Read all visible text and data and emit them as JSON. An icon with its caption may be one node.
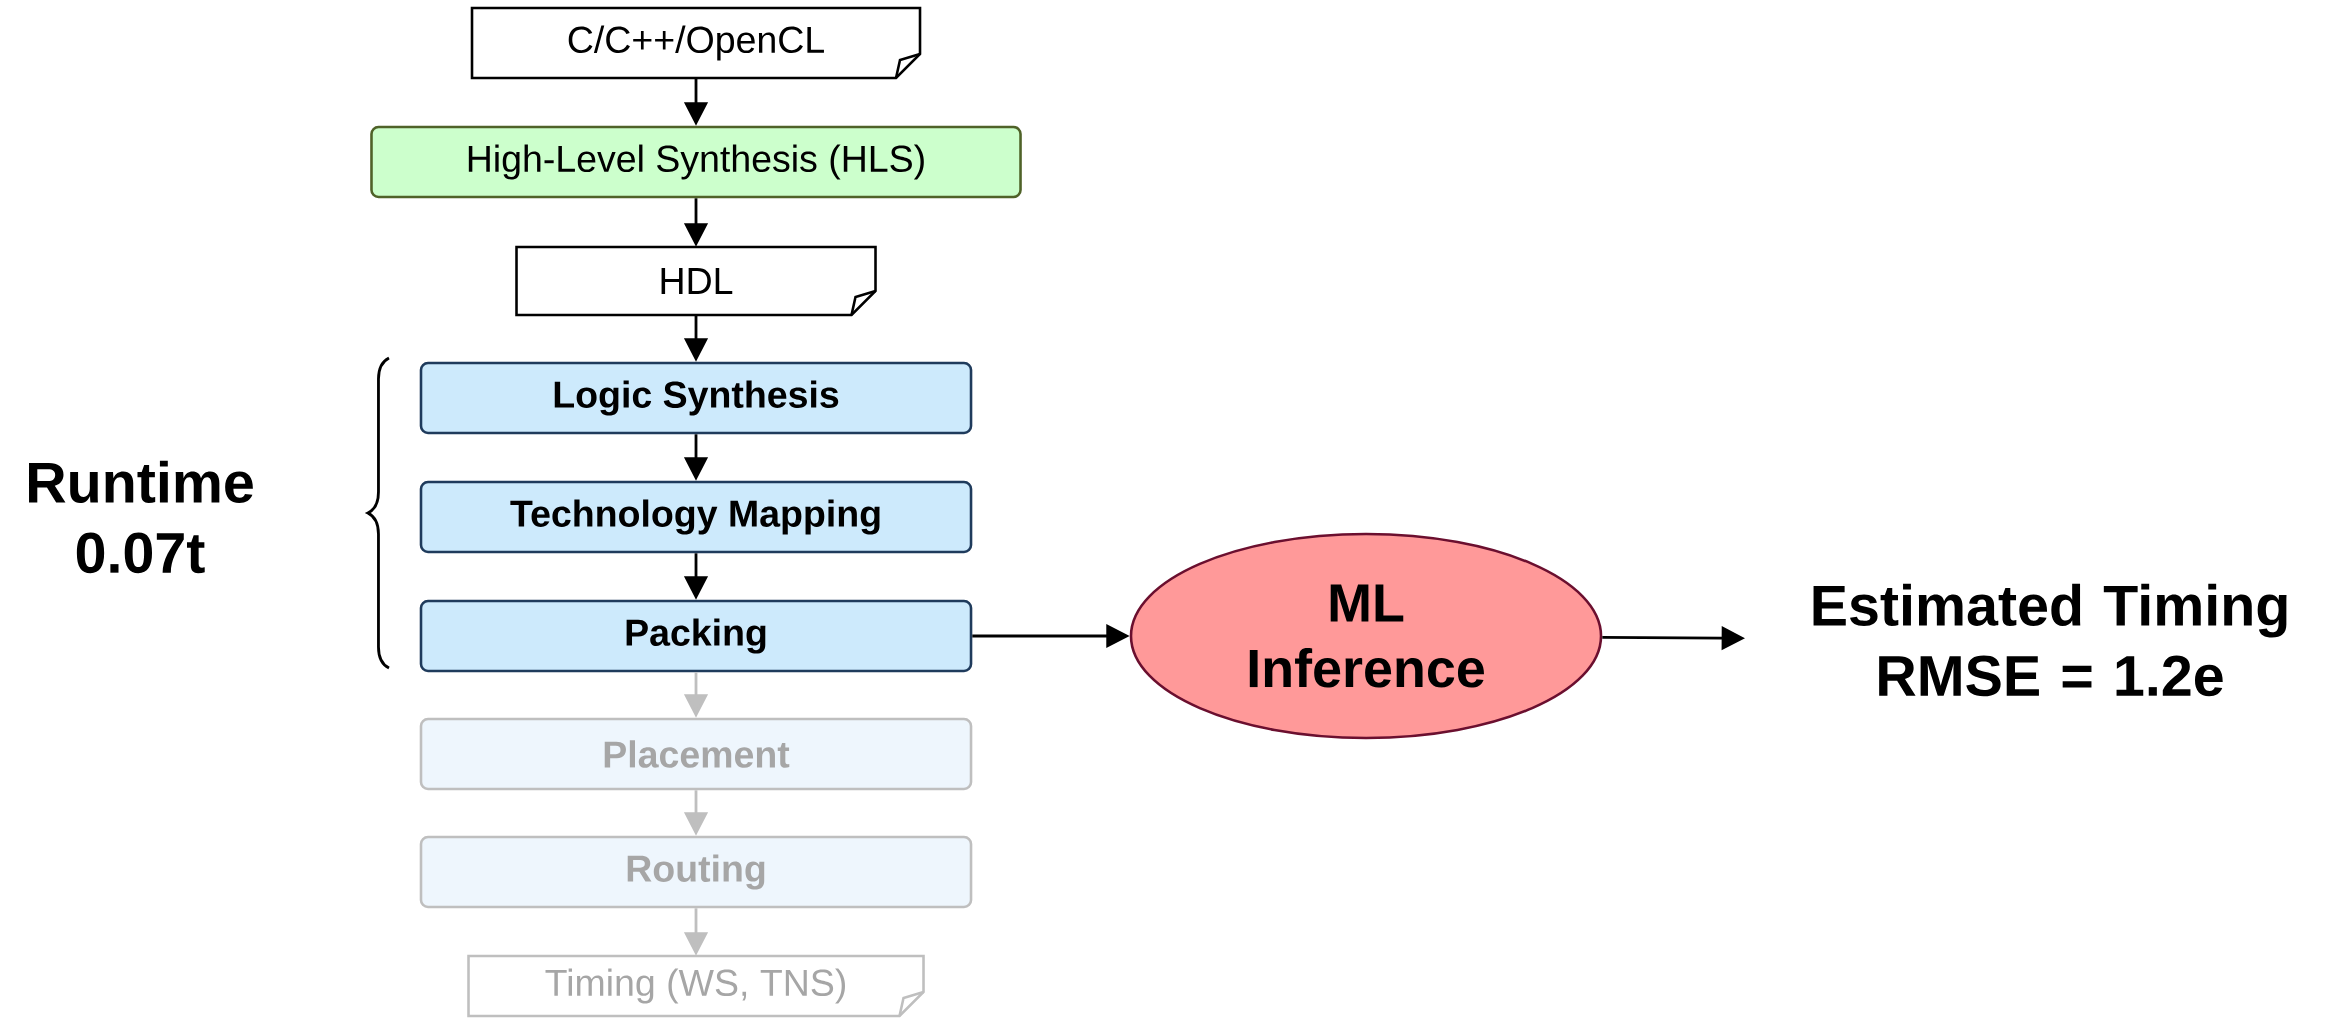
{
  "diagram": {
    "nodes": [
      {
        "text": [
          "C/C++/OpenCL"
        ]
      },
      {
        "text": [
          "High-Level Synthesis (HLS)"
        ]
      },
      {
        "text": [
          "HDL"
        ]
      },
      {
        "text": [
          "Logic Synthesis"
        ]
      },
      {
        "text": [
          "Technology Mapping"
        ]
      },
      {
        "text": [
          "Packing"
        ]
      },
      {
        "text": [
          "Placement"
        ]
      },
      {
        "text": [
          "Routing"
        ]
      },
      {
        "text": [
          "Timing (WS, TNS)"
        ]
      },
      {
        "text": [
          "ML Inference"
        ]
      },
      {
        "text": [
          "Estimated Timing RMSE = 1.2e"
        ]
      }
    ],
    "edges": [
      {
        "from": 0,
        "to": 1,
        "arrow": "to"
      },
      {
        "from": 1,
        "to": 2,
        "arrow": "to"
      },
      {
        "from": 2,
        "to": 3,
        "arrow": "to"
      },
      {
        "from": 3,
        "to": 4,
        "arrow": "to"
      },
      {
        "from": 4,
        "to": 5,
        "arrow": "to"
      },
      {
        "from": 5,
        "to": 6,
        "arrow": "to",
        "color": "#bfbfbf"
      },
      {
        "from": 6,
        "to": 7,
        "arrow": "to",
        "color": "#bfbfbf"
      },
      {
        "from": 7,
        "to": 8,
        "arrow": "to",
        "color": "#bfbfbf"
      },
      {
        "from": 5,
        "to": 9,
        "arrow": "to"
      },
      {
        "from": 9,
        "to": 10,
        "arrow": "to"
      }
    ],
    "labels": [
      "Runtime 0.07t"
    ]
  }
}
